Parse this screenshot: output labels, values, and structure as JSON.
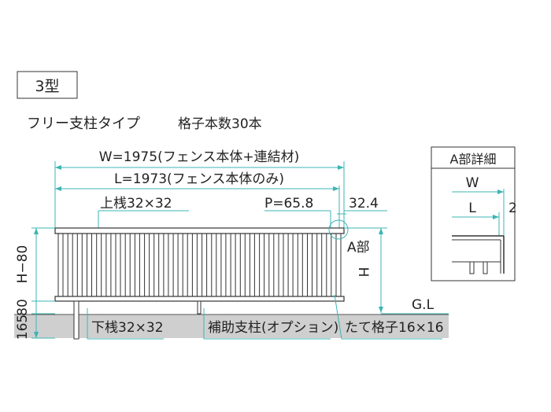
{
  "type_label": "3型",
  "subtitle": "フリー支柱タイプ",
  "subtitle_count": "格子本数30本",
  "dimensions": {
    "w_total": "W=1975(フェンス本体+連結材)",
    "l_body": "L=1973(フェンス本体のみ)",
    "top_rail": "上桟32×32",
    "pitch": "P=65.8",
    "end_gap": "32.4",
    "part_a": "A部",
    "h_mark": "H",
    "h_minus": "H−80",
    "bottom_gap": "80",
    "embed": "165",
    "ground": "G.L",
    "bottom_rail": "下桟32×32",
    "aux_post": "補助支柱(オプション)",
    "picket": "たて格子16×16"
  },
  "detail": {
    "title": "A部詳細",
    "w": "W",
    "l": "L",
    "gap": "2"
  },
  "picket_count": 30
}
